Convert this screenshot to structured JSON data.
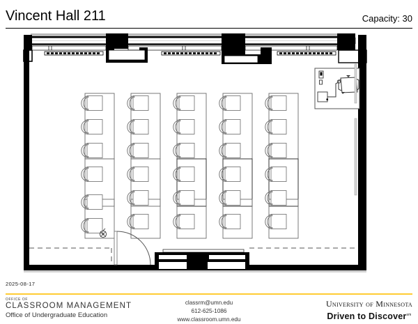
{
  "header": {
    "room_title": "Vincent Hall 211",
    "capacity_label": "Capacity: 30"
  },
  "footer": {
    "date": "2025-08-17",
    "office_kicker": "OFFICE OF",
    "office_name": "CLASSROOM MANAGEMENT",
    "office_sub": "Office of Undergraduate Education",
    "contact_email": "classrm@umn.edu",
    "contact_phone": "612-625-1086",
    "contact_web": "www.classroom.umn.edu",
    "university_name": "University of Minnesota",
    "university_tagline": "Driven to Discover",
    "tagline_mark": "sm",
    "accent_color": "#ffcc33"
  },
  "plan": {
    "room_number": "211",
    "building": "Vincent Hall",
    "capacity": 30,
    "seat_columns": 5,
    "seats_per_column": 6,
    "features": {
      "instructor_station": "instructor-desk",
      "instructor_chair": "instructor-chair",
      "entry_door": "door-swing",
      "accessible_seat": "wheelchair-symbol",
      "windows": 3,
      "radiators": 3,
      "marker_boards": 2
    },
    "colors": {
      "wall": "#000000",
      "furniture_stroke": "#555555",
      "floor": "#ffffff"
    }
  }
}
